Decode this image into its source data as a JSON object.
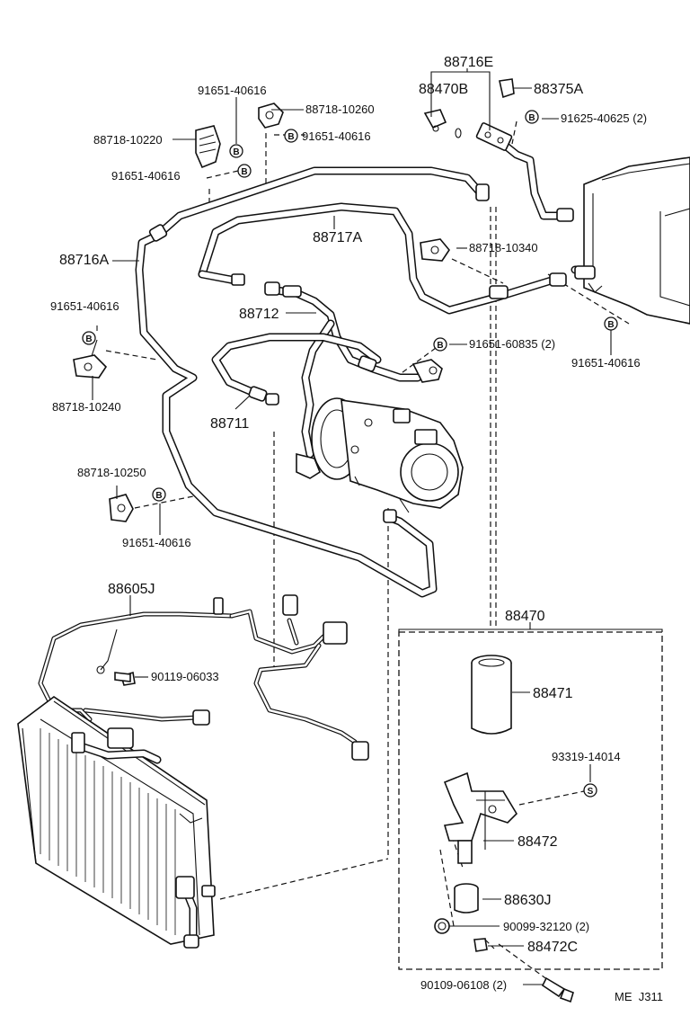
{
  "parts": {
    "p88716E": "88716E",
    "p88470B": "88470B",
    "p88375A": "88375A",
    "p91625_40625": "91625-40625 (2)",
    "p91651_40616_a": "91651-40616",
    "p88718_10260": "88718-10260",
    "p91651_40616_b": "91651-40616",
    "p88718_10220": "88718-10220",
    "p91651_40616_c": "91651-40616",
    "p88716A": "88716A",
    "p88717A": "88717A",
    "p88718_10340": "88718-10340",
    "p88712": "88712",
    "p91651_40616_d": "91651-40616",
    "p88718_10240": "88718-10240",
    "p91651_60835": "91651-60835 (2)",
    "p91651_40616_e": "91651-40616",
    "p88711": "88711",
    "p88718_10250": "88718-10250",
    "p91651_40616_f": "91651-40616",
    "p88605J": "88605J",
    "p90119_06033": "90119-06033",
    "p88470": "88470",
    "p88471": "88471",
    "p93319_14014": "93319-14014",
    "p88472": "88472",
    "p88630J": "88630J",
    "p90099_32120": "90099-32120 (2)",
    "p88472C": "88472C",
    "p90109_06108": "90109-06108 (2)",
    "footer_code": "ME  J311"
  },
  "badges": {
    "b": "B",
    "s": "S"
  }
}
